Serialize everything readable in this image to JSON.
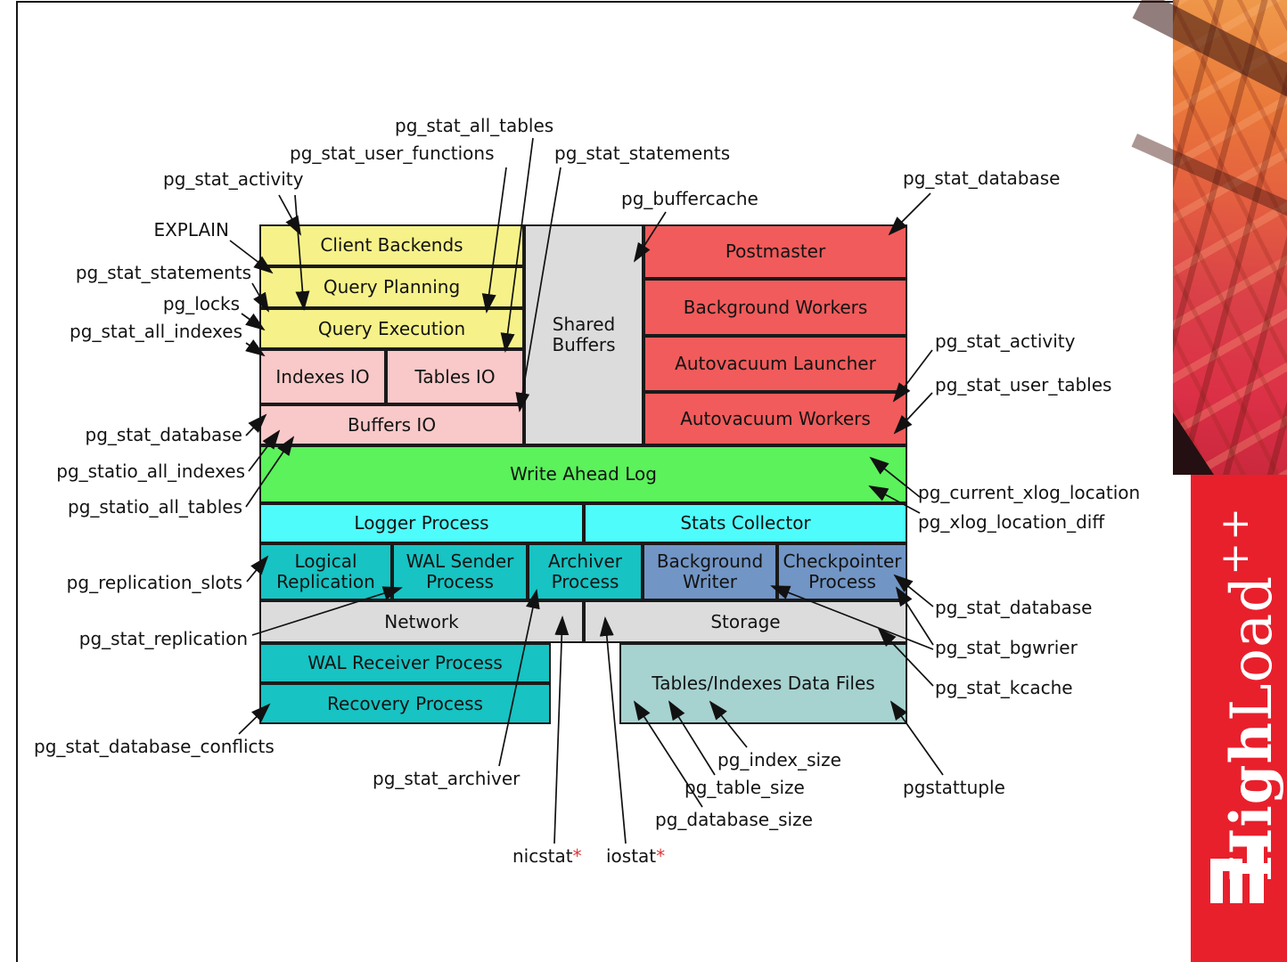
{
  "diagram": {
    "boxes": {
      "client_backends": "Client Backends",
      "query_planning": "Query Planning",
      "query_execution": "Query Execution",
      "indexes_io": "Indexes IO",
      "tables_io": "Tables IO",
      "buffers_io": "Buffers IO",
      "shared_buffers": "Shared Buffers",
      "postmaster": "Postmaster",
      "background_workers": "Background Workers",
      "autovacuum_launcher": "Autovacuum Launcher",
      "autovacuum_workers": "Autovacuum Workers",
      "write_ahead_log": "Write Ahead Log",
      "logger_process": "Logger Process",
      "stats_collector": "Stats Collector",
      "logical_replication": "Logical Replication",
      "wal_sender_process": "WAL Sender Process",
      "archiver_process": "Archiver Process",
      "background_writer": "Background Writer",
      "checkpointer_process": "Checkpointer Process",
      "network": "Network",
      "storage": "Storage",
      "wal_receiver_process": "WAL Receiver Process",
      "recovery_process": "Recovery Process",
      "tables_indexes_data_files": "Tables/Indexes Data Files"
    },
    "labels": {
      "pg_stat_all_tables": "pg_stat_all_tables",
      "pg_stat_user_functions": "pg_stat_user_functions",
      "pg_stat_statements_top": "pg_stat_statements",
      "pg_stat_activity_top": "pg_stat_activity",
      "pg_buffercache": "pg_buffercache",
      "pg_stat_database_top": "pg_stat_database",
      "explain": "EXPLAIN",
      "pg_stat_statements_left": "pg_stat_statements",
      "pg_locks": "pg_locks",
      "pg_stat_all_indexes": "pg_stat_all_indexes",
      "pg_stat_database_left": "pg_stat_database",
      "pg_statio_all_indexes": "pg_statio_all_indexes",
      "pg_statio_all_tables": "pg_statio_all_tables",
      "pg_replication_slots": "pg_replication_slots",
      "pg_stat_replication": "pg_stat_replication",
      "pg_stat_database_conflicts": "pg_stat_database_conflicts",
      "pg_stat_activity_right": "pg_stat_activity",
      "pg_stat_user_tables": "pg_stat_user_tables",
      "pg_current_xlog_location": "pg_current_xlog_location",
      "pg_xlog_location_diff": "pg_xlog_location_diff",
      "pg_stat_database_right": "pg_stat_database",
      "pg_stat_bgwrier": "pg_stat_bgwrier",
      "pg_stat_kcache": "pg_stat_kcache",
      "pg_stat_archiver": "pg_stat_archiver",
      "pg_index_size": "pg_index_size",
      "pg_table_size": "pg_table_size",
      "pg_database_size": "pg_database_size",
      "pgstattuple": "pgstattuple",
      "nicstat": "nicstat",
      "iostat": "iostat",
      "asterisk": "*"
    },
    "colors": {
      "backend_yellow": "#f6f289",
      "io_pink": "#f9c8c8",
      "server_red": "#f15b5b",
      "buffer_gray": "#dcdcdc",
      "wal_green": "#5bf25b",
      "collector_cyan": "#4ffcfc",
      "process_teal": "#17c3c3",
      "writer_blue": "#7195c5",
      "datafiles_teal": "#a6d2d0",
      "border": "#1a1a1a",
      "asterisk_red": "#e03434",
      "brand_red": "#e8202c"
    }
  },
  "sidebar": {
    "brand_high": "High",
    "brand_load": "Load",
    "brand_plus": "++"
  }
}
